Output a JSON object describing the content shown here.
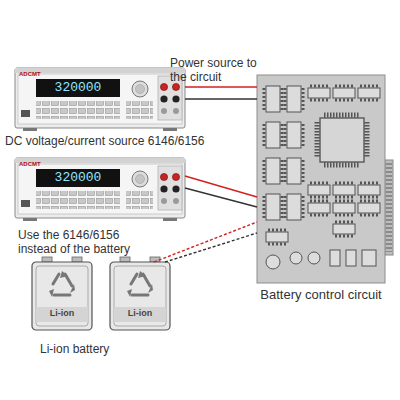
{
  "diagram": {
    "nodes": [
      {
        "text": [
          "DC voltage/current source 6146/6156"
        ]
      },
      {
        "text": [
          "Use the 6146/6156 instead of the battery"
        ]
      },
      {
        "text": [
          "Li-ion"
        ]
      },
      {
        "text": [
          "Li-ion"
        ]
      },
      {
        "text": [
          "Battery control circuit"
        ]
      }
    ],
    "edges": [
      {
        "from": 0,
        "to": 4,
        "arrow": "none",
        "label": "Power source to the circuit"
      },
      {
        "from": 1,
        "to": 4,
        "arrow": "none"
      },
      {
        "from": 3,
        "to": 4,
        "arrow": "none"
      }
    ],
    "labels": [
      "ADCMT",
      "320000",
      "ADCMT",
      "320000",
      "Li-ion battery"
    ]
  }
}
